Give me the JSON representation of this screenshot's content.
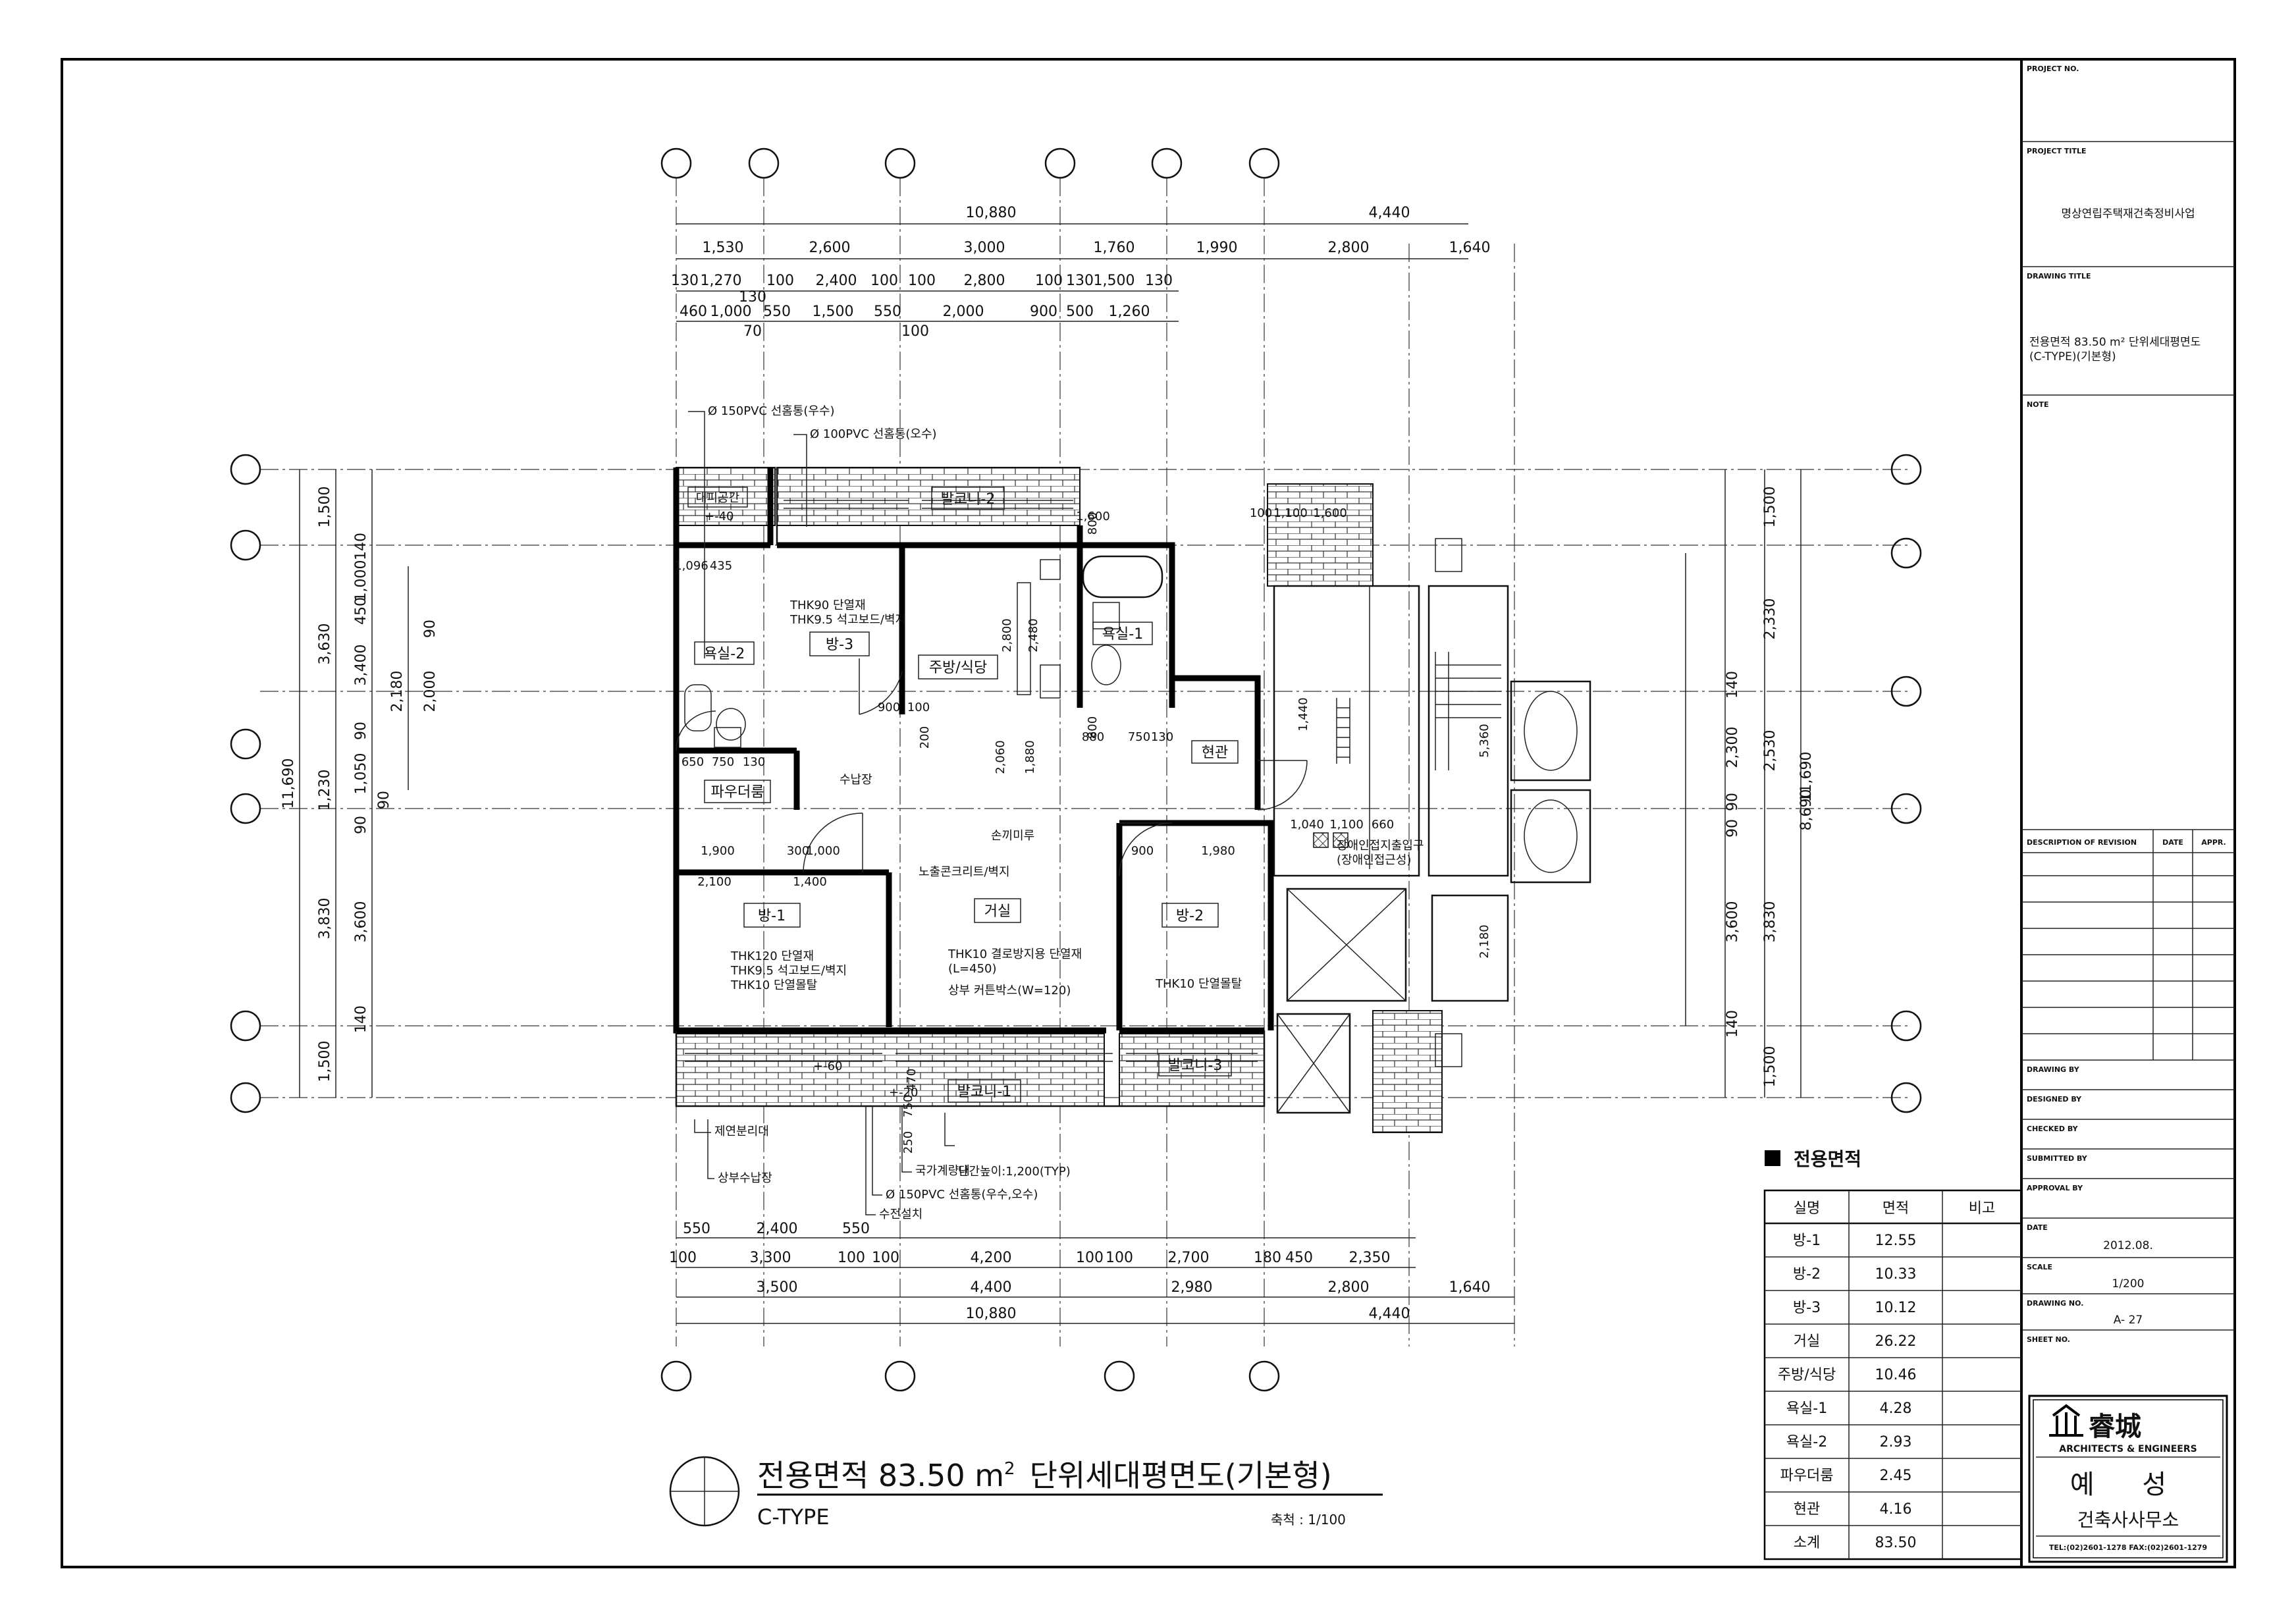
{
  "project": {
    "no_label": "PROJECT NO.",
    "title_label": "PROJECT TITLE",
    "title": "명상연립주택재건축정비사업",
    "drawing_title_label": "DRAWING TITLE",
    "drawing_title_line1": "전용면적 83.50 m² 단위세대평면도",
    "drawing_title_line2": "(C-TYPE)(기본형)",
    "note_label": "NOTE",
    "revision_label": "DESCRIPTION OF REVISION",
    "date_col": "DATE",
    "appr_col": "APPR.",
    "drawn_by": "DRAWING BY",
    "designed_by": "DESIGNED BY",
    "checked_by": "CHECKED BY",
    "submitted_by": "SUBMITTED BY",
    "approval_by": "APPROVAL BY",
    "date_label": "DATE",
    "date": "2012.08.",
    "scale_label": "SCALE",
    "scale": "1/200",
    "drawing_no_label": "DRAWING NO.",
    "drawing_no": "A- 27",
    "sheet_no_label": "SHEET NO."
  },
  "firm": {
    "logo": "睿城",
    "sub": "ARCHITECTS & ENGINEERS",
    "name": "예 성",
    "name2": "건축사사무소",
    "tel": "TEL:(02)2601-1278  FAX:(02)2601-1279"
  },
  "caption": {
    "title": "전용면적 83.50 m",
    "sup": "2",
    "title2": "단위세대평면도(기본형)",
    "type": "C-TYPE",
    "scale": "축척 : 1/100"
  },
  "area_table": {
    "heading": "전용면적",
    "headers": [
      "실명",
      "면적",
      "비고"
    ],
    "rows": [
      [
        "방-1",
        "12.55"
      ],
      [
        "방-2",
        "10.33"
      ],
      [
        "방-3",
        "10.12"
      ],
      [
        "거실",
        "26.22"
      ],
      [
        "주방/식당",
        "10.46"
      ],
      [
        "욕실-1",
        "4.28"
      ],
      [
        "욕실-2",
        "2.93"
      ],
      [
        "파우더룸",
        "2.45"
      ],
      [
        "현관",
        "4.16"
      ],
      [
        "소계",
        "83.50"
      ]
    ]
  },
  "rooms": {
    "r1": "방-1",
    "r2": "방-2",
    "r3": "방-3",
    "living": "거실",
    "kitchen": "주방/식당",
    "bath1": "욕실-1",
    "bath2": "욕실-2",
    "powder": "파우더룸",
    "entry": "현관",
    "balc1": "발코니-1",
    "balc2": "발코니-2",
    "balc3": "발코니-3",
    "shelter": "대피공간"
  },
  "notes": {
    "pvc150_top": "Ø 150PVC 선홈통(우수)",
    "pvc100": "Ø 100PVC 선홈통(오수)",
    "pvc150_bot": "Ø 150PVC 선홈통(우수,오수)",
    "drain": "수전설치",
    "thk90": "THK90 단열재",
    "thk95a": "THK9.5 석고보드/벽지",
    "thk120": "THK120 단열재",
    "thk95b": "THK9.5 석고보드/벽지",
    "thk10a": "THK10 단열몰탈",
    "thk10b": "THK10 결로방지용 단열재",
    "l450": "(L=450)",
    "thk10c": "THK10 단열몰탈",
    "exposed": "노출콘크리트/벽지",
    "curtain": "상부 커튼박스(W=120)",
    "storage": "수납장",
    "shoe": "손끼미루",
    "bath_opening": "장애인접지출입구",
    "bath_opening2": "(장애인접근성)",
    "railing": "난간높이:1,200(TYP)",
    "gas": "국가계량대",
    "storage_up": "상부수납장",
    "fireproof": "제연분리대",
    "plus40a": "+-40",
    "plus20a": "+-20",
    "plus60": "+-60"
  },
  "dims": {
    "top_overall_a": "10,880",
    "top_overall_b": "4,440",
    "top_r1": [
      "1,530",
      "2,600",
      "3,000",
      "1,760",
      "1,990",
      "2,800",
      "1,640"
    ],
    "top_r2": [
      "130",
      "1,270",
      "100",
      "2,400",
      "100",
      "100",
      "2,800",
      "100",
      "130",
      "1,500",
      "130"
    ],
    "top_r3": [
      "460",
      "1,000",
      "550",
      "1,500",
      "550",
      "2,000",
      "900",
      "500",
      "1,260"
    ],
    "top_r3b": [
      "70",
      "100",
      "130"
    ],
    "bot_r1": [
      "550",
      "2,400",
      "550"
    ],
    "bot_r2": [
      "100",
      "3,300",
      "100",
      "100",
      "4,200",
      "100",
      "100",
      "2,700",
      "180",
      "450",
      "2,350"
    ],
    "bot_r3": [
      "3,500",
      "4,400",
      "2,980",
      "2,800",
      "1,640"
    ],
    "bot_overall_a": "10,880",
    "bot_overall_b": "4,440",
    "left_outer": "11,690",
    "left_mid": [
      "1,500",
      "3,630",
      "1,230",
      "3,830",
      "1,500"
    ],
    "left_in": [
      "140",
      "1,000",
      "450",
      "3,400",
      "90",
      "1,050",
      "90",
      "3,600",
      "140"
    ],
    "left_in2": [
      "2,180",
      "2,000",
      "90",
      "90"
    ],
    "right_outer": "11,690",
    "right_mid": [
      "1,500",
      "2,330",
      "2,530",
      "8,690",
      "3,600",
      "3,830",
      "1,500"
    ],
    "right_in": [
      "140",
      "2,300",
      "90",
      "90",
      "140"
    ],
    "plan": [
      "1,096",
      "435",
      "1,600",
      "900",
      "100",
      "2,480",
      "2,800",
      "2,060",
      "1,880",
      "880",
      "750",
      "130",
      "1,900",
      "300",
      "1,000",
      "2,100",
      "1,400",
      "900",
      "1,980",
      "1,440",
      "5,360",
      "1,040",
      "1,100",
      "660",
      "2,180",
      "100",
      "1,100",
      "1,600",
      "650",
      "750",
      "130",
      "800",
      "800",
      "250",
      "750",
      "470",
      "200"
    ]
  }
}
